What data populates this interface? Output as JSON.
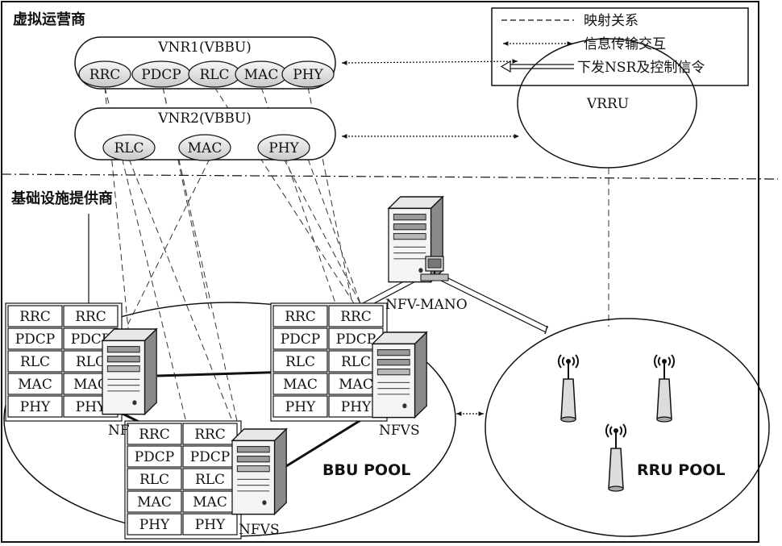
{
  "regions": {
    "virtual_operator": "虚拟运营商",
    "infrastructure_provider": "基础设施提供商"
  },
  "legend": {
    "mapping": "映射关系",
    "info_exchange": "信息传输交互",
    "nsr_control": "下发NSR及控制信令"
  },
  "vnr1": {
    "title": "VNR1(VBBU)",
    "layers": [
      "RRC",
      "PDCP",
      "RLC",
      "MAC",
      "PHY"
    ]
  },
  "vnr2": {
    "title": "VNR2(VBBU)",
    "layers": [
      "RLC",
      "MAC",
      "PHY"
    ]
  },
  "vrru": {
    "label": "VRRU"
  },
  "stack_layers": [
    "RRC",
    "PDCP",
    "RLC",
    "MAC",
    "PHY"
  ],
  "nodes": {
    "nfv_mano": "NFV-MANO",
    "nfvs_left": "NF",
    "nfvs_right": "NFVS",
    "nfvs_bottom": "NFVS"
  },
  "pools": {
    "bbu": "BBU  POOL",
    "rru": "RRU  POOL"
  },
  "colors": {
    "stroke": "#111111",
    "fill": "#ffffff",
    "layer_fill": "#e6e6e6",
    "server_light": "#f2f2f2",
    "server_mid": "#cfcfcf",
    "server_dark": "#7a7a7a"
  }
}
